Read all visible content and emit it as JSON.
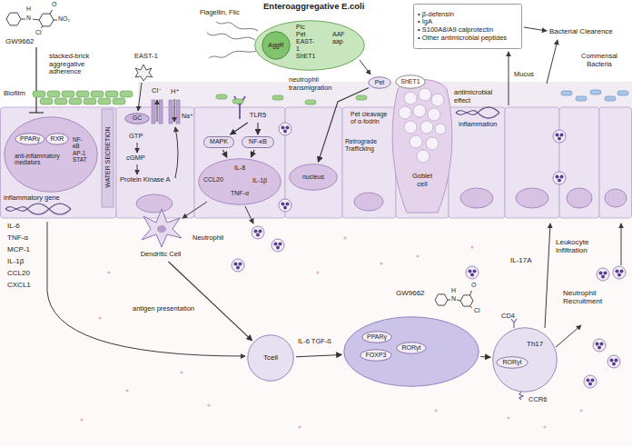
{
  "diagram": {
    "title": "Enteroaggregative E.coli",
    "nodes": [
      {
        "text": [
          "Pic Pet EAST-1 ShET1",
          "AAF aap"
        ]
      },
      {
        "text": [
          "AggR"
        ],
        "in": 0
      },
      {
        "text": [
          "• β-defensin",
          "• IgA",
          "• S100A8/A9 calprotectin",
          "• Other antimicrobial peptides"
        ]
      },
      {
        "text": [
          "Pet"
        ]
      },
      {
        "text": [
          "ShET1"
        ]
      },
      {
        "text": [
          "GC"
        ]
      },
      {
        "text": [
          "TLR5"
        ]
      },
      {
        "text": [
          "anti-inflammatory mediators",
          "NF-κB AP-1 STAT"
        ]
      },
      {
        "text": [
          "PPARγ"
        ],
        "in": 7
      },
      {
        "text": [
          "RXR"
        ],
        "in": 7
      },
      {
        "text": [
          "MAPK"
        ]
      },
      {
        "text": [
          "NF-κB"
        ]
      },
      {
        "text": [
          "CCL20",
          "IL-8",
          "IL-1β",
          "TNF-α"
        ]
      },
      {
        "text": [
          "nucleus"
        ]
      },
      {
        "text": [
          "Goblet cell"
        ]
      },
      {
        "text": [
          "Dendritic Cell"
        ]
      },
      {
        "text": [
          "Tcell"
        ]
      },
      {
        "text": [
          "GW9662"
        ]
      },
      {
        "text": [
          "PPARγ"
        ],
        "in": 17
      },
      {
        "text": [
          "FOXP3"
        ],
        "in": 17
      },
      {
        "text": [
          "RORγt"
        ],
        "in": 17
      },
      {
        "text": [
          "Th17"
        ]
      },
      {
        "text": [
          "RORγt"
        ],
        "in": 21
      }
    ],
    "edges": [
      {
        "from": 6,
        "to": 10,
        "arrow": "to"
      },
      {
        "from": 6,
        "to": 11,
        "arrow": "to"
      },
      {
        "from": 10,
        "to": 12,
        "arrow": "to"
      },
      {
        "from": 11,
        "to": 12,
        "arrow": "to"
      },
      {
        "from": 3,
        "to": 13,
        "label": "Retrograde Trafficking",
        "arrow": "to"
      },
      {
        "from": 15,
        "to": 16,
        "label": "antigen presentation",
        "arrow": "to"
      },
      {
        "from": 16,
        "to": 17,
        "label": "IL-6 TGF-ß",
        "arrow": "to"
      },
      {
        "from": 17,
        "to": 21,
        "arrow": "to"
      }
    ],
    "labels": [
      "Flagellin, Flic",
      "GW9662",
      "H",
      "N",
      "O",
      "NO₂",
      "Cl",
      "Biofilm",
      "stacked-brick aggregative adherence",
      "EAST-1",
      "Cl⁻",
      "H⁺",
      "WATER SECRETION",
      "GTP",
      "cGMP",
      "Protein Kinase A",
      "Na⁺",
      "neutrophil transmigration",
      "Bacterial Clearence",
      "Mucus",
      "Commensal Bacteria",
      "Pet cleavage of α-fodrin",
      "antimicrobial effect",
      "inflammation",
      "inflammatory gene",
      "IL-6",
      "TNF-α",
      "MCP-1",
      "IL-1β",
      "CCL20",
      "CXCL1",
      "Neutrophil",
      "IL-17A",
      "Leukocyte Infiltration",
      "Neutrophil Recruitment",
      "CD4",
      "CCR6",
      "H",
      "N",
      "O",
      "Cl"
    ]
  }
}
